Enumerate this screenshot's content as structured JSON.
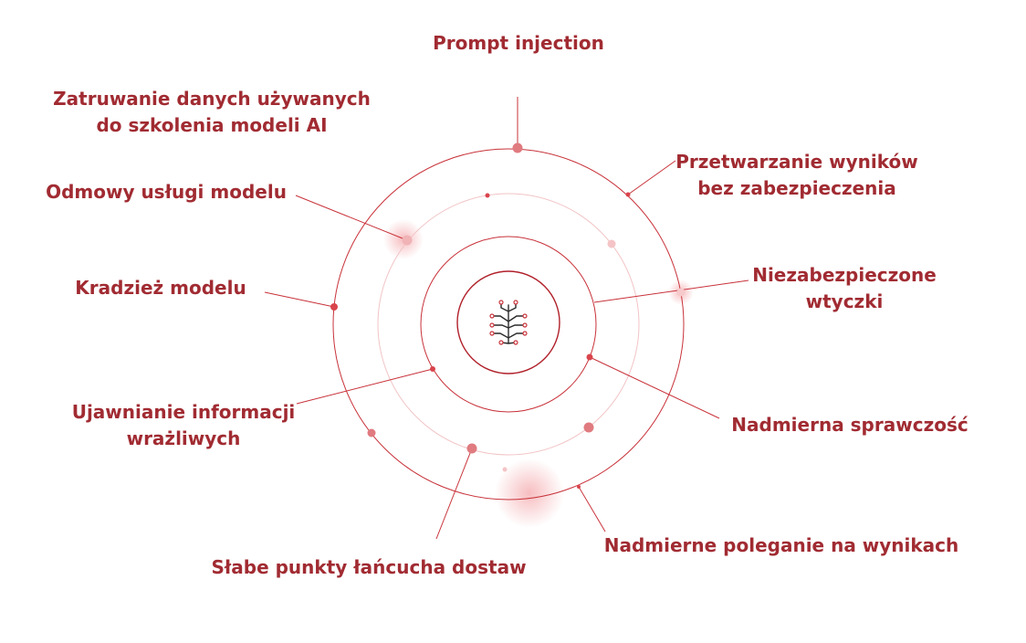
{
  "accent_color": "#a12b32",
  "line_color": "#c8323a",
  "center_icon": "circuit-tree-icon",
  "threats": [
    {
      "id": "prompt-injection",
      "lines": [
        "Prompt injection"
      ]
    },
    {
      "id": "data-poisoning",
      "lines": [
        "Zatruwanie danych używanych",
        "do szkolenia modeli AI"
      ]
    },
    {
      "id": "insecure-output",
      "lines": [
        "Przetwarzanie wyników",
        "bez zabezpieczenia"
      ]
    },
    {
      "id": "model-dos",
      "lines": [
        "Odmowy usługi modelu"
      ]
    },
    {
      "id": "insecure-plugins",
      "lines": [
        "Niezabezpieczone",
        "wtyczki"
      ]
    },
    {
      "id": "model-theft",
      "lines": [
        "Kradzież modelu"
      ]
    },
    {
      "id": "excessive-agency",
      "lines": [
        "Nadmierna sprawczość"
      ]
    },
    {
      "id": "sensitive-disclosure",
      "lines": [
        "Ujawnianie informacji",
        "wrażliwych"
      ]
    },
    {
      "id": "overreliance",
      "lines": [
        "Nadmierne poleganie na wynikach"
      ]
    },
    {
      "id": "supply-chain",
      "lines": [
        "Słabe punkty łańcucha dostaw"
      ]
    }
  ]
}
